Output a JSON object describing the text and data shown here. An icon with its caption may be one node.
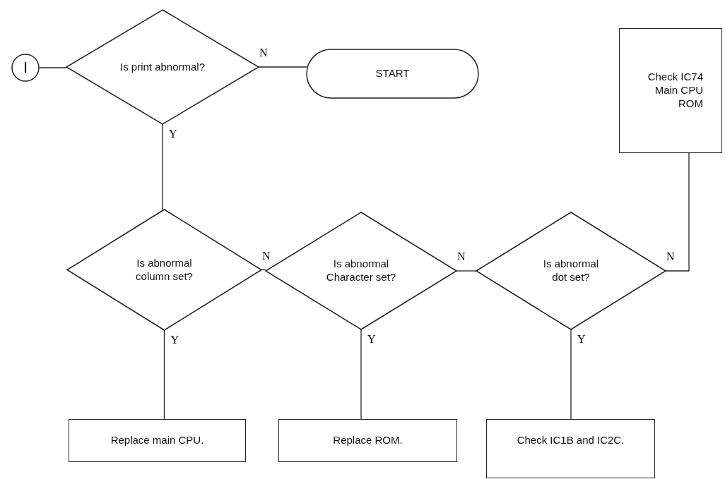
{
  "diagram": {
    "nodes": [
      {
        "text": [
          "I"
        ]
      },
      {
        "text": [
          "Is print abnormal?"
        ]
      },
      {
        "text": [
          "START"
        ]
      },
      {
        "text": [
          "Check IC74 Main CPU ROM"
        ]
      },
      {
        "text": [
          "Is abnormal column set?"
        ]
      },
      {
        "text": [
          "Is abnormal Character set?"
        ]
      },
      {
        "text": [
          "Is abnormal dot set?"
        ]
      },
      {
        "text": [
          "Replace main CPU."
        ]
      },
      {
        "text": [
          "Replace ROM."
        ]
      },
      {
        "text": [
          "Check IC1B and IC2C."
        ]
      }
    ],
    "edges": [
      {
        "from": 0,
        "to": 1,
        "arrow": "none"
      },
      {
        "from": 1,
        "to": 2,
        "arrow": "none",
        "label": "N"
      },
      {
        "from": 1,
        "to": 4,
        "arrow": "none",
        "label": "Y"
      },
      {
        "from": 4,
        "to": 5,
        "arrow": "none",
        "label": "N"
      },
      {
        "from": 5,
        "to": 6,
        "arrow": "none",
        "label": "N"
      },
      {
        "from": 6,
        "to": 3,
        "arrow": "none",
        "label": "N"
      },
      {
        "from": 4,
        "to": 7,
        "arrow": "none",
        "label": "Y"
      },
      {
        "from": 5,
        "to": 8,
        "arrow": "none",
        "label": "Y"
      },
      {
        "from": 6,
        "to": 9,
        "arrow": "none",
        "label": "Y"
      }
    ]
  }
}
